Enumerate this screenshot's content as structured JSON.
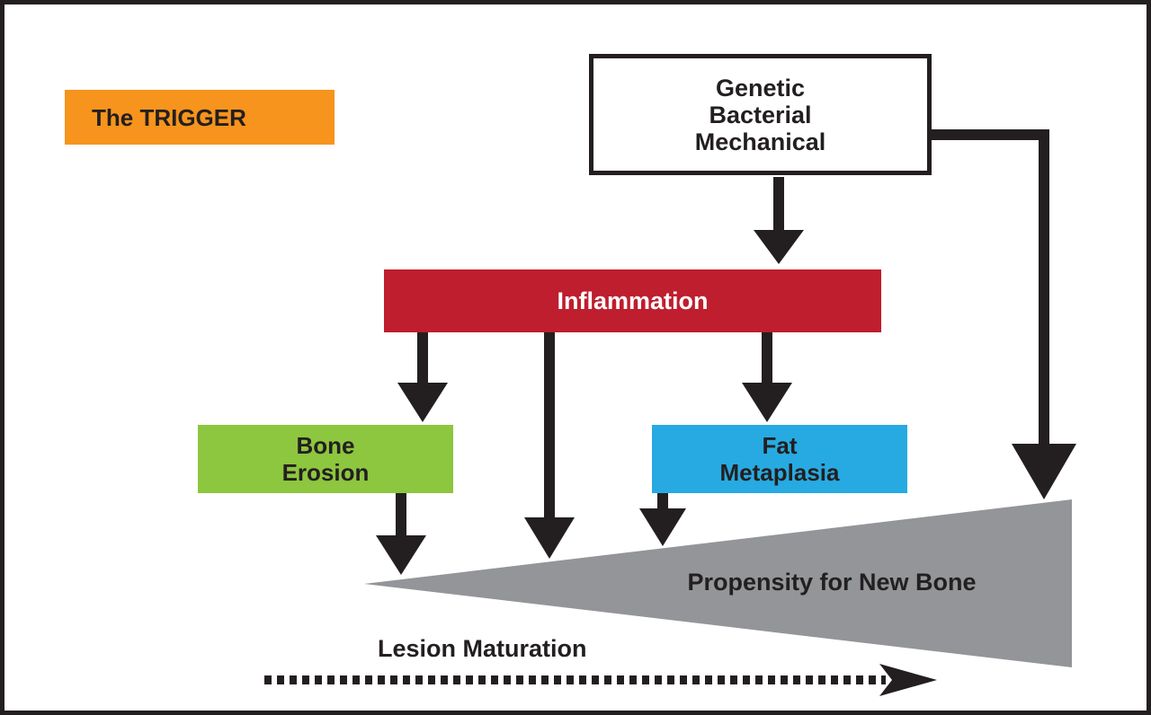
{
  "trigger": {
    "label": "The TRIGGER",
    "color": "#f7941d"
  },
  "causes": {
    "lines": [
      "Genetic",
      "Bacterial",
      "Mechanical"
    ]
  },
  "inflammation": {
    "label": "Inflammation",
    "color": "#be1e2d"
  },
  "bone_erosion": {
    "lines": [
      "Bone",
      "Erosion"
    ],
    "color": "#8dc63f"
  },
  "fat_metaplasia": {
    "lines": [
      "Fat",
      "Metaplasia"
    ],
    "color": "#27aae1"
  },
  "propensity": {
    "label": "Propensity for New Bone",
    "color": "#939598"
  },
  "lesion_maturation": {
    "label": "Lesion Maturation"
  }
}
